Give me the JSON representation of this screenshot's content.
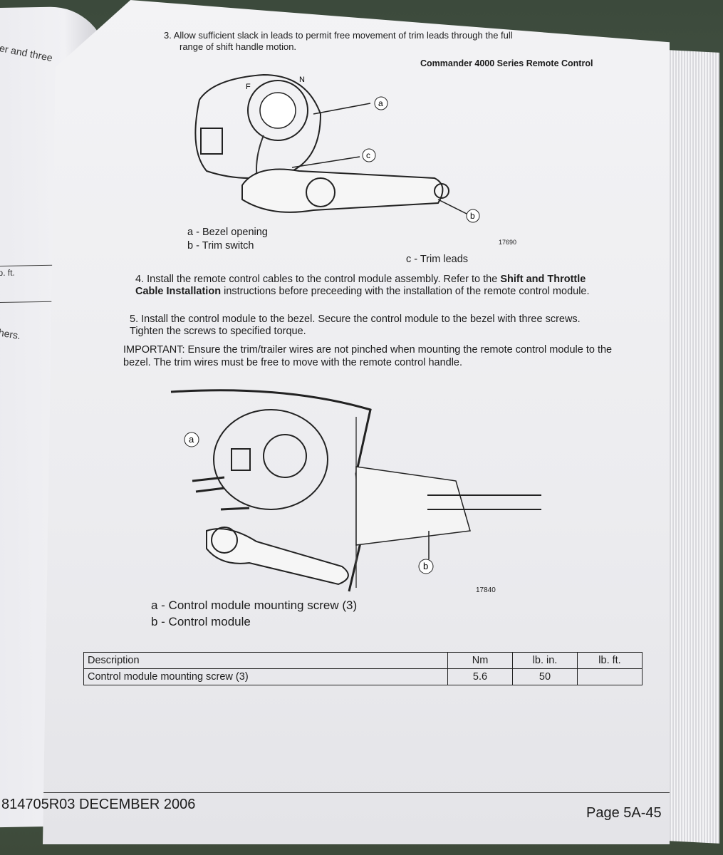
{
  "left_page": {
    "fragments": [
      "her and three",
      "b. ft.",
      "hers."
    ]
  },
  "header": {
    "title": "Commander 4000 Series Remote Control"
  },
  "step3": {
    "number": "3.",
    "lines": [
      "Allow sufficient slack in leads to permit free movement of trim leads through the full",
      "range of shift handle motion."
    ]
  },
  "figure1": {
    "callouts": [
      "a",
      "b",
      "c"
    ],
    "legend": [
      "a - Bezel opening",
      "b - Trim switch",
      "c - Trim leads"
    ],
    "figure_number": "17690",
    "dial_letters": [
      "N",
      "F"
    ]
  },
  "step4": {
    "number": "4.",
    "text_start": "Install the remote control cables to the control module assembly. Refer to the ",
    "bold1": "Shift and Throttle Cable Installation",
    "text_end": " instructions before preceeding with the installation of the remote control module."
  },
  "step5": {
    "number": "5.",
    "text": "Install the control module to the bezel. Secure the control module to the bezel with three screws. Tighten the screws to specified torque."
  },
  "important": {
    "text": "IMPORTANT: Ensure the trim/trailer wires are not pinched when mounting the remote control module to the bezel. The trim wires must be free to move with the remote control handle."
  },
  "figure2": {
    "callouts": [
      "a",
      "b"
    ],
    "legend": [
      "a - Control module mounting screw (3)",
      "b - Control module"
    ],
    "figure_number": "17840"
  },
  "torque_table": {
    "headers": [
      "Description",
      "Nm",
      "lb. in.",
      "lb. ft."
    ],
    "rows": [
      [
        "Control module mounting screw (3)",
        "5.6",
        "50",
        ""
      ]
    ]
  },
  "footer": {
    "doc_id": "814705R03",
    "date": "DECEMBER 2006",
    "page": "Page 5A-45"
  }
}
